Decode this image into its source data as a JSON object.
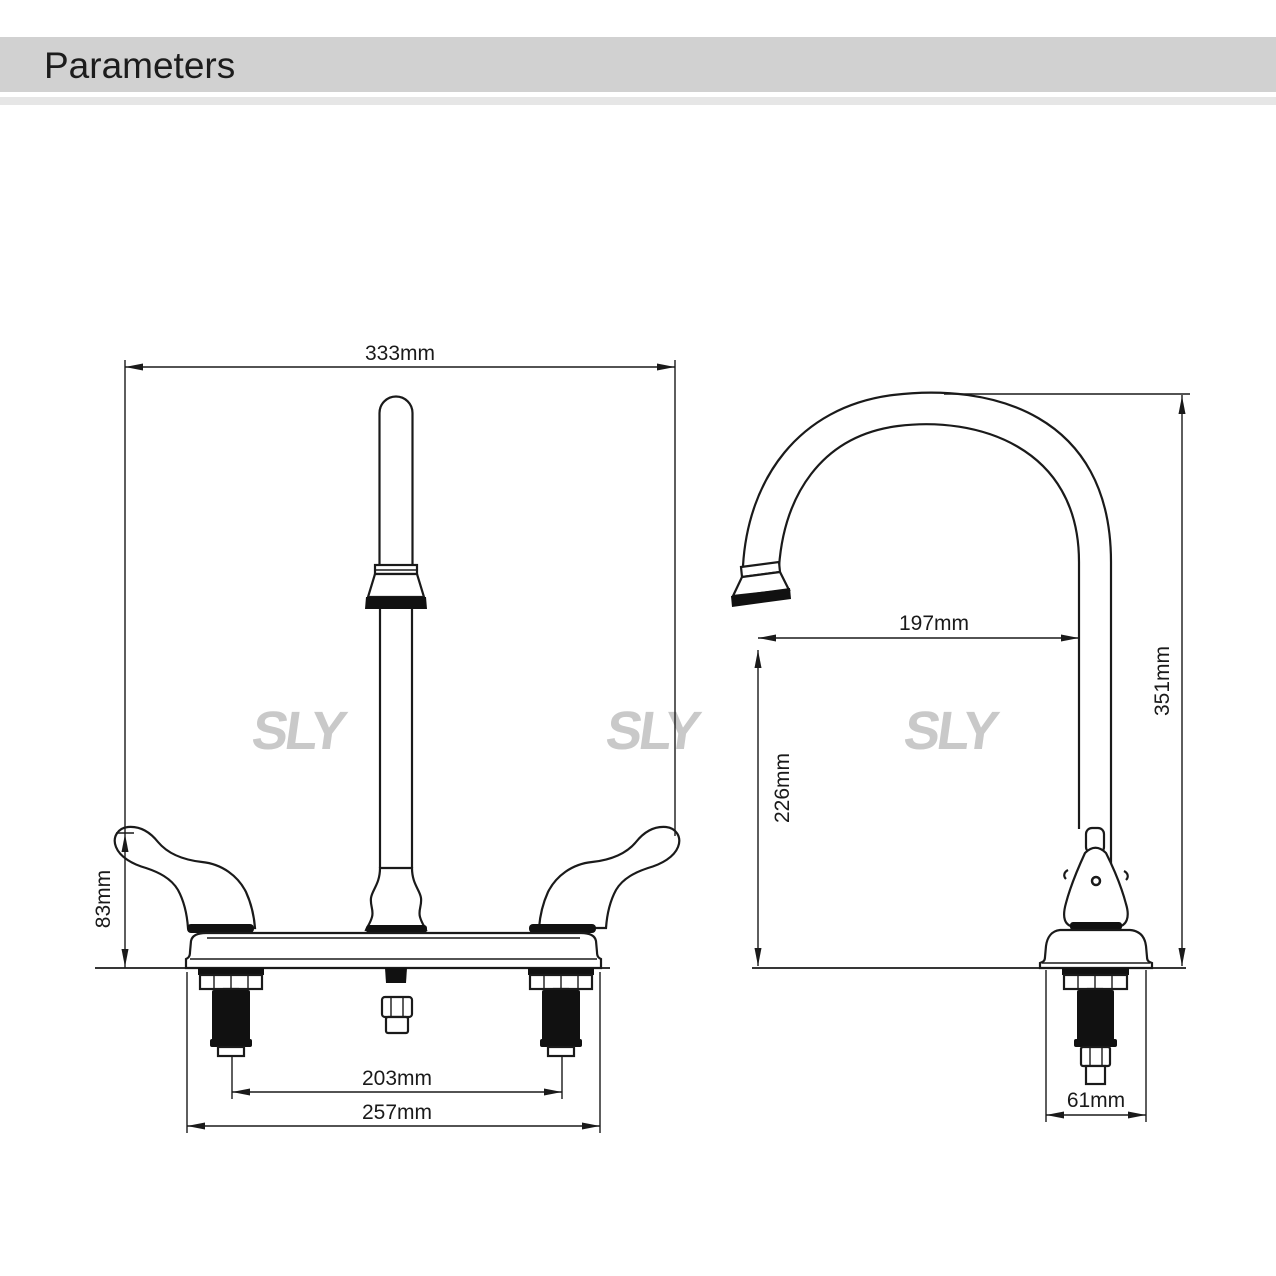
{
  "header": {
    "title": "Parameters"
  },
  "watermark": {
    "text": "SLY"
  },
  "front_view": {
    "name": "faucet front elevation",
    "dimensions": {
      "overall_width": "333mm",
      "handle_height": "83mm",
      "hole_spacing": "203mm",
      "base_width": "257mm"
    }
  },
  "side_view": {
    "name": "faucet side elevation",
    "dimensions": {
      "spout_reach": "197mm",
      "spout_clearance": "226mm",
      "overall_height": "351mm",
      "base_depth": "61mm"
    }
  },
  "colors": {
    "header_bar": "#d1d1d1",
    "subheader_bar": "#e6e6e6",
    "line": "#1a1a1a",
    "watermark": "#c9c9c9",
    "background": "#ffffff"
  }
}
